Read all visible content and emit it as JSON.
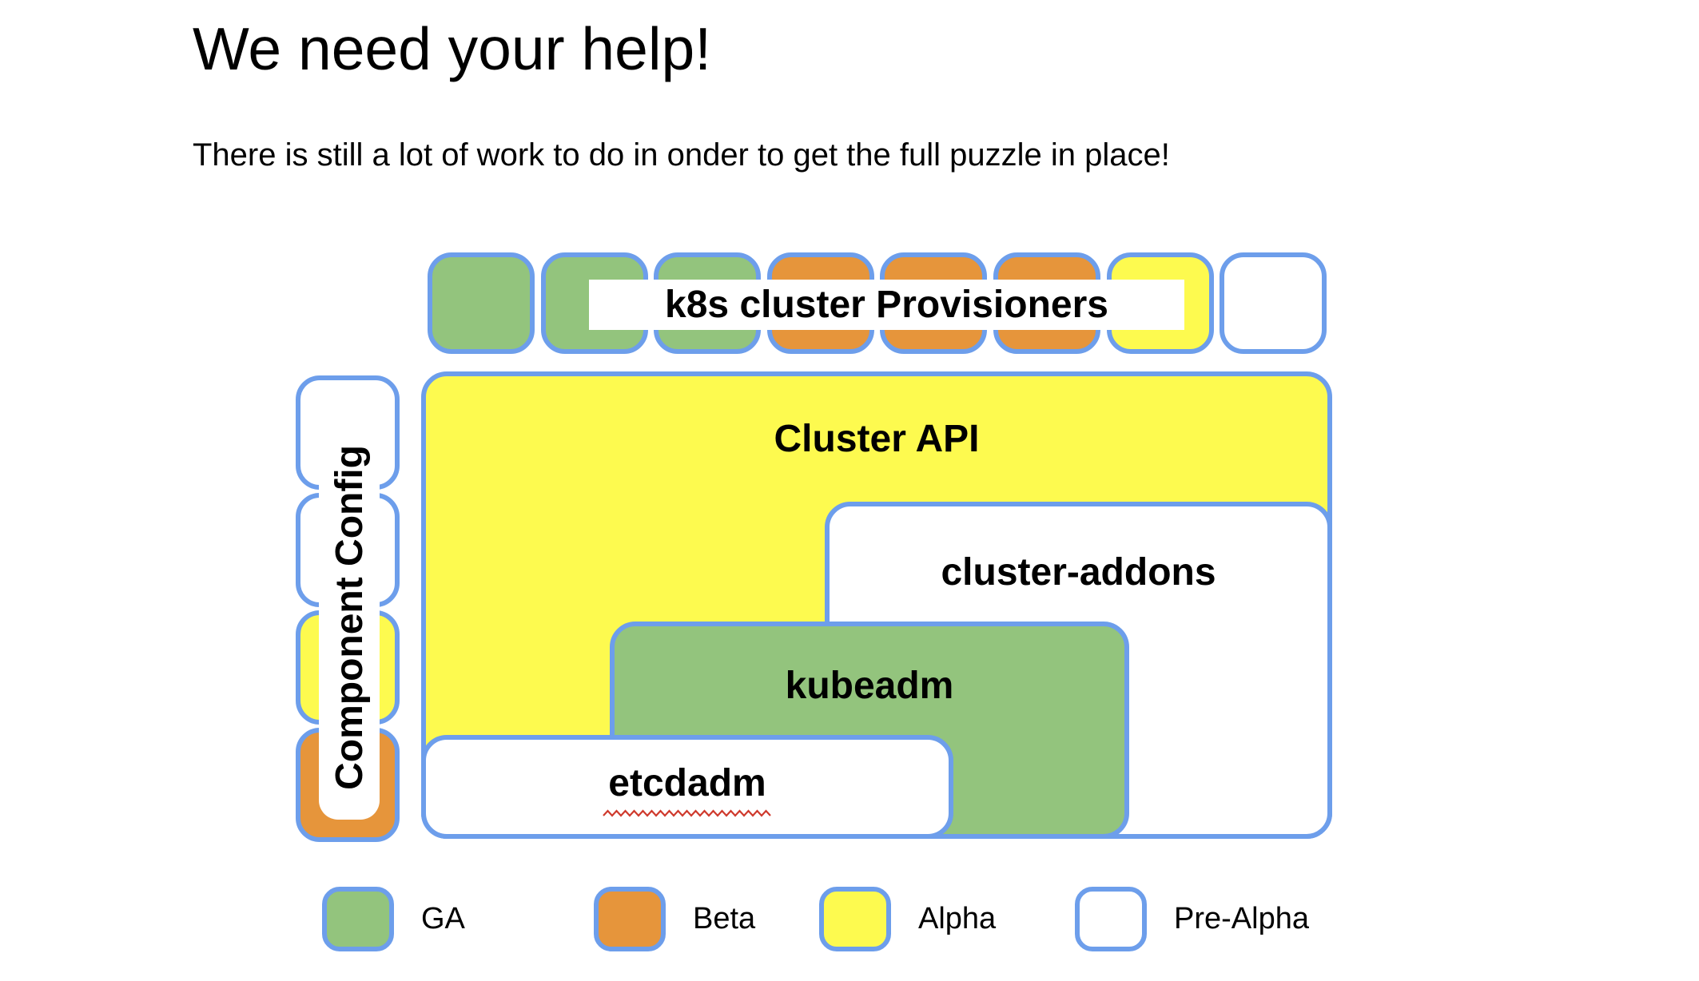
{
  "slide": {
    "title": "We need your help!",
    "subtitle": "There is still a lot of work to do in onder to get the full puzzle in place!"
  },
  "diagram": {
    "provisioners_row": {
      "label": "k8s cluster Provisioners",
      "squares": [
        "ga",
        "ga",
        "ga",
        "beta",
        "beta",
        "beta",
        "alpha",
        "prealpha"
      ]
    },
    "component_config": {
      "label": "Component Config",
      "squares": [
        "prealpha",
        "prealpha",
        "alpha",
        "beta"
      ]
    },
    "boxes": {
      "cluster_api": {
        "label": "Cluster API",
        "status": "alpha"
      },
      "cluster_addons": {
        "label": "cluster-addons",
        "status": "prealpha"
      },
      "kubeadm": {
        "label": "kubeadm",
        "status": "ga"
      },
      "etcdadm": {
        "label": "etcdadm",
        "status": "prealpha"
      }
    }
  },
  "legend": {
    "items": [
      {
        "label": "GA",
        "status": "ga",
        "color": "#93c47d"
      },
      {
        "label": "Beta",
        "status": "beta",
        "color": "#e6953b"
      },
      {
        "label": "Alpha",
        "status": "alpha",
        "color": "#fdfa4f"
      },
      {
        "label": "Pre-Alpha",
        "status": "prealpha",
        "color": "#ffffff"
      }
    ]
  },
  "colors": {
    "border_blue": "#6d9eeb",
    "ga_green": "#93c47d",
    "beta_orange": "#e6953b",
    "alpha_yellow": "#fdfa4f",
    "prealpha_white": "#ffffff",
    "spellcheck_red": "#cf3a2d",
    "text_black": "#000000"
  }
}
